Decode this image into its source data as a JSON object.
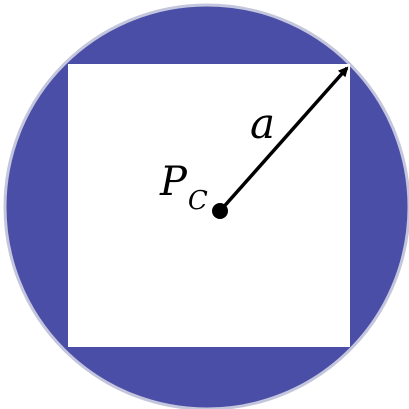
{
  "diagram": {
    "radius_label": "a",
    "center_label": {
      "main": "P",
      "subscript": "C"
    },
    "colors": {
      "circle_fill": "#4a4ea6",
      "circle_stroke": "#c3c6dc",
      "square_fill": "#ffffff",
      "arrow": "#000000",
      "center_dot": "#000000"
    }
  }
}
